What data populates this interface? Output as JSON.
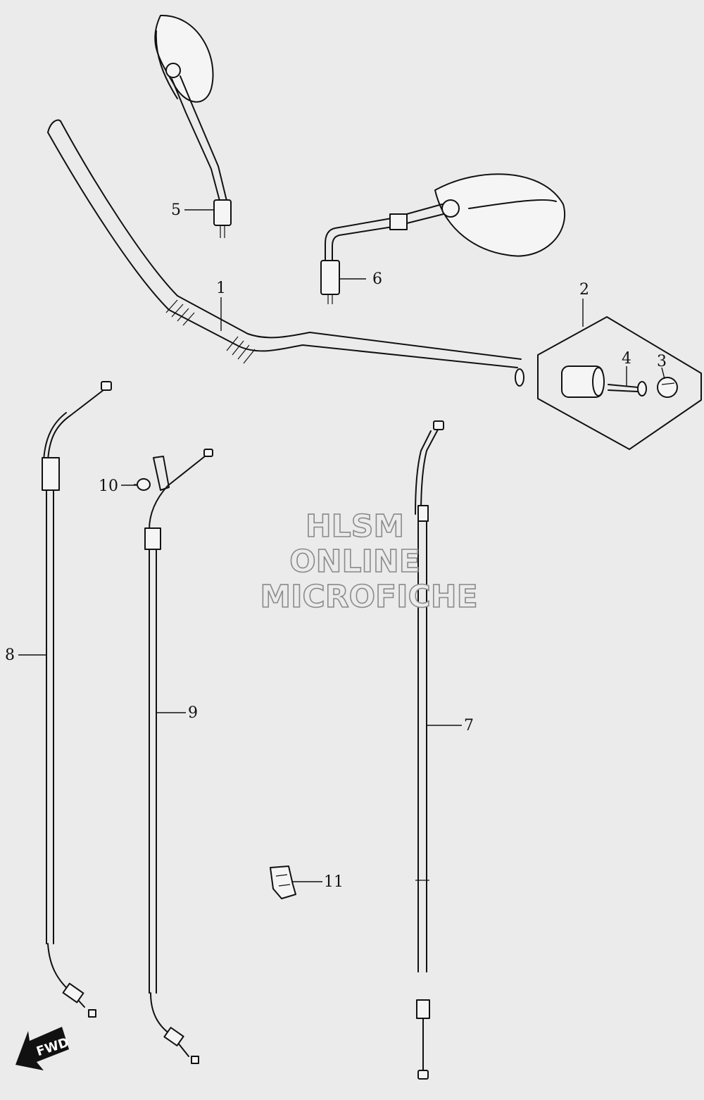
{
  "callouts": {
    "c1": "1",
    "c2": "2",
    "c3": "3",
    "c4": "4",
    "c5": "5",
    "c6": "6",
    "c7": "7",
    "c8": "8",
    "c9": "9",
    "c10": "10",
    "c11": "11"
  },
  "watermark": {
    "line1": "HLSM",
    "line2": "ONLINE",
    "line3": "MICROFICHE"
  },
  "fwd_label": "FWD",
  "colors": {
    "background": "#ebebeb",
    "line": "#111111",
    "watermark_outline": "#8a8a8a"
  }
}
